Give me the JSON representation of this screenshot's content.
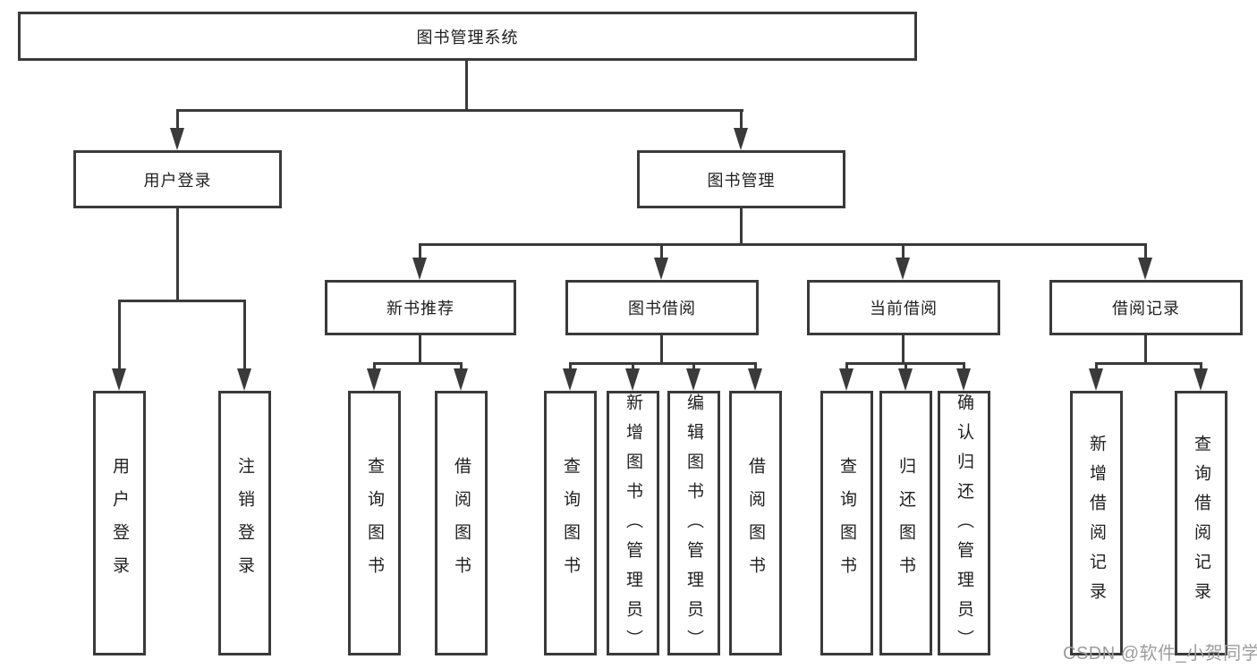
{
  "diagram": {
    "title_note": "function structure tree",
    "root": {
      "label": "图书管理系统"
    },
    "branches": [
      {
        "label": "用户登录",
        "children": [
          {
            "label": "用户登录"
          },
          {
            "label": "注销登录"
          }
        ]
      },
      {
        "label": "图书管理",
        "children": [
          {
            "label": "新书推荐",
            "children": [
              {
                "label": "查询图书"
              },
              {
                "label": "借阅图书"
              }
            ]
          },
          {
            "label": "图书借阅",
            "children": [
              {
                "label": "查询图书"
              },
              {
                "label": "新增图书（管理员）"
              },
              {
                "label": "编辑图书（管理员）"
              },
              {
                "label": "借阅图书"
              }
            ]
          },
          {
            "label": "当前借阅",
            "children": [
              {
                "label": "查询图书"
              },
              {
                "label": "归还图书"
              },
              {
                "label": "确认归还（管理员）"
              }
            ]
          },
          {
            "label": "借阅记录",
            "children": [
              {
                "label": "新增借阅记录"
              },
              {
                "label": "查询借阅记录"
              }
            ]
          }
        ]
      }
    ]
  },
  "watermark": {
    "text": "CSDN @软件_小贺同学"
  },
  "colors": {
    "line": "#3a3a3a",
    "box_border": "#3a3a3a",
    "text": "#1f1f1f",
    "watermark": "#9d9d9d",
    "background": "#ffffff"
  }
}
